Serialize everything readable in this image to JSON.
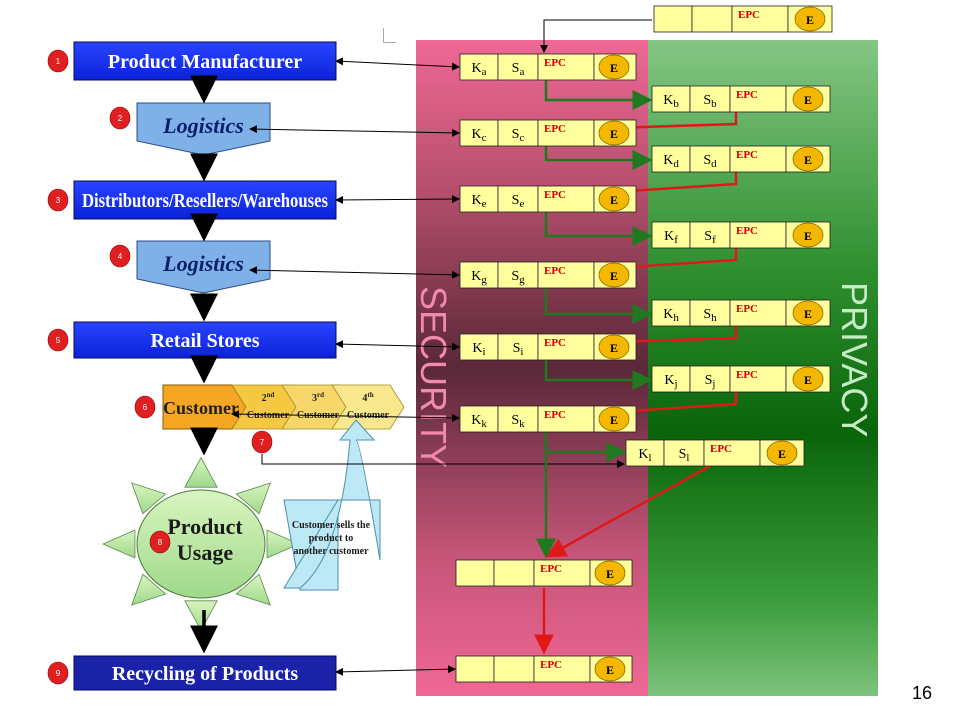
{
  "page_number": "16",
  "regions": {
    "security_label": "SECURITY",
    "privacy_label": "PRIVACY"
  },
  "colors": {
    "stage_blue": "#0f2bf0",
    "stage_blue_dark": "#101a8c",
    "logistics": "#7fb0e8",
    "customer_orange": "#f5a623",
    "security_pink": "#f0709a",
    "security_dark": "#5a2a3a",
    "privacy_green": "#7fc27f",
    "privacy_dark": "#0b6a0b",
    "tag_yellow": "#ffff9e",
    "badge_orange": "#f5b800",
    "step_red": "#e02020",
    "link_green": "#1f7a1f",
    "link_red": "#e01818"
  },
  "stages": [
    {
      "num": "1",
      "label": "Product Manufacturer",
      "kind": "box"
    },
    {
      "num": "2",
      "label": "Logistics",
      "kind": "logistics"
    },
    {
      "num": "3",
      "label": "Distributors/Resellers/Warehouses",
      "kind": "box"
    },
    {
      "num": "4",
      "label": "Logistics",
      "kind": "logistics"
    },
    {
      "num": "5",
      "label": "Retail Stores",
      "kind": "box"
    },
    {
      "num": "6",
      "label": "Customer",
      "kind": "customer"
    },
    {
      "num": "7",
      "label": "",
      "kind": "marker"
    },
    {
      "num": "8",
      "label": "Product Usage",
      "kind": "sun"
    },
    {
      "num": "9",
      "label": "Recycling of Products",
      "kind": "box_dark"
    }
  ],
  "customer_chain": [
    {
      "ord": "2",
      "sup": "nd",
      "word": "Customer"
    },
    {
      "ord": "3",
      "sup": "rd",
      "word": "Customer"
    },
    {
      "ord": "4",
      "sup": "th",
      "word": "Customer"
    }
  ],
  "resale_note": "Customer sells the product to another customer",
  "tag_labels": {
    "epc": "EPC",
    "badge": "E"
  },
  "security_tags": [
    {
      "k": "K",
      "s": "S",
      "sub": "a"
    },
    {
      "k": "K",
      "s": "S",
      "sub": "c"
    },
    {
      "k": "K",
      "s": "S",
      "sub": "e"
    },
    {
      "k": "K",
      "s": "S",
      "sub": "g"
    },
    {
      "k": "K",
      "s": "S",
      "sub": "i"
    },
    {
      "k": "K",
      "s": "S",
      "sub": "k"
    },
    {
      "k": "",
      "s": "",
      "sub": ""
    },
    {
      "k": "",
      "s": "",
      "sub": ""
    }
  ],
  "privacy_tags": [
    {
      "k": "",
      "s": "",
      "sub": ""
    },
    {
      "k": "K",
      "s": "S",
      "sub": "b"
    },
    {
      "k": "K",
      "s": "S",
      "sub": "d"
    },
    {
      "k": "K",
      "s": "S",
      "sub": "f"
    },
    {
      "k": "K",
      "s": "S",
      "sub": "h"
    },
    {
      "k": "K",
      "s": "S",
      "sub": "j"
    },
    {
      "k": "K",
      "s": "S",
      "sub": "l"
    }
  ]
}
